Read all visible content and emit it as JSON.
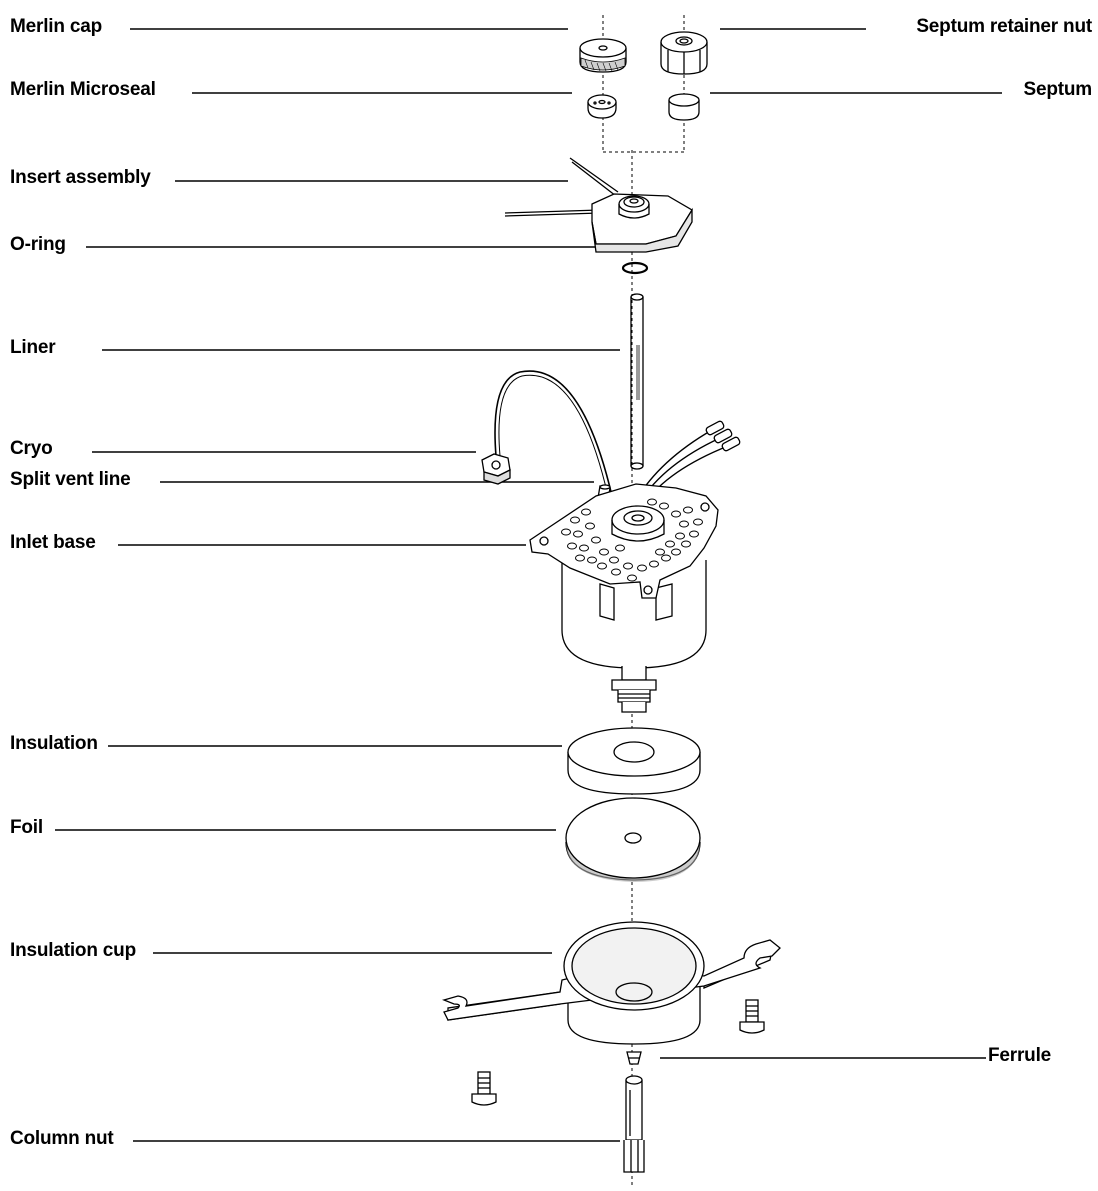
{
  "labels": {
    "merlin_cap": "Merlin cap",
    "septum_retainer_nut": "Septum retainer nut",
    "merlin_microseal": "Merlin Microseal",
    "septum": "Septum",
    "insert_assembly": "Insert assembly",
    "o_ring": "O-ring",
    "liner": "Liner",
    "cryo": "Cryo",
    "split_vent_line": "Split vent line",
    "inlet_base": "Inlet base",
    "insulation": "Insulation",
    "foil": "Foil",
    "insulation_cup": "Insulation cup",
    "ferrule": "Ferrule",
    "column_nut": "Column nut"
  },
  "colors": {
    "line": "#000000",
    "fill": "#ffffff",
    "shade": "#9a9a9a"
  }
}
